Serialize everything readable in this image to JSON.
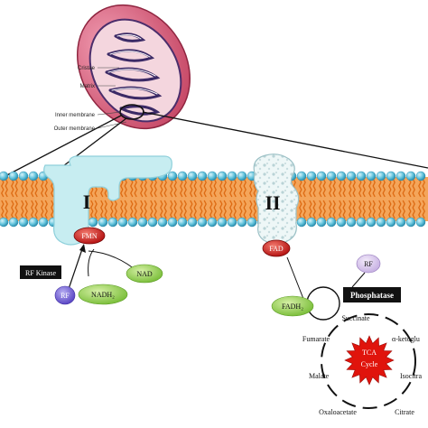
{
  "mitochondrion_labels": {
    "cristae": "Cristae",
    "matrix": "Matrix",
    "inner_membrane": "Inner membrane",
    "outer_membrane": "Outer membrane"
  },
  "complex_I": {
    "roman": "I",
    "cofactor": "FMN"
  },
  "complex_II": {
    "roman": "II",
    "cofactor": "FAD"
  },
  "molecules": {
    "rf_kinase": "RF Kinase",
    "rf_left": "RF",
    "nad": "NAD",
    "nadh2": "NADH₂",
    "rf_right": "RF",
    "phosphatase": "Phosphatase",
    "fadh2": "FADH₂"
  },
  "tca": {
    "line1": "TCA",
    "line2": "Cycle",
    "succinate": "Succinate",
    "fumarate": "Fumarate",
    "alpha_ketoglutarate": "α-ketoglu",
    "malate": "Malate",
    "isocitrate": "Isocitra",
    "oxaloacetate": "Oxaloacetate",
    "citrate": "Citrate"
  },
  "colors": {
    "membrane_head": "#62c3dc",
    "lipid_tail": "#ec7d22",
    "protein": "#c5ecf0",
    "cofactor_red": "#d61f1f",
    "nad_green": "#9bd45d",
    "rf_purple": "#7b69d6",
    "rf_lavender": "#d7c6ec",
    "tca_star": "#e0140c",
    "black_box": "#111111"
  }
}
